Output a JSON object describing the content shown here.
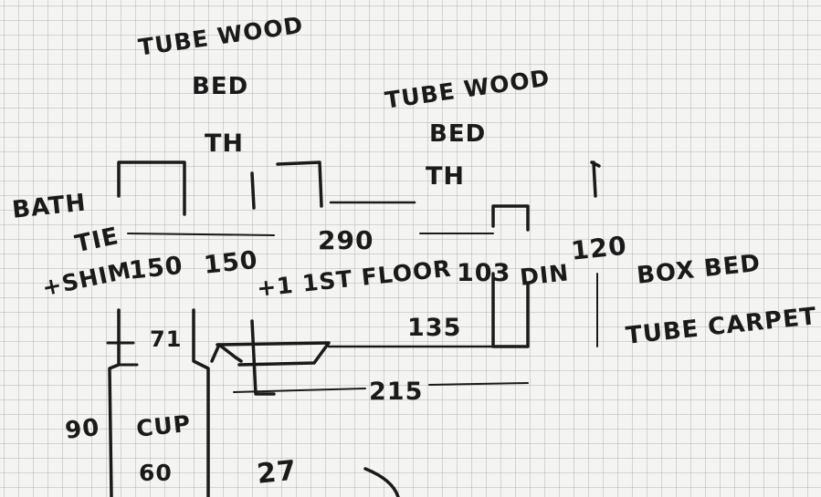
{
  "colors": {
    "ink": "#1a1a1a",
    "paper": "#f4f4f2",
    "grid": "#969696"
  },
  "labels": {
    "tube_wood_bed_1a": "TUBE WOOD",
    "tube_wood_bed_1b": "BED",
    "th_1": "TH",
    "tube_wood_bed_2a": "TUBE WOOD",
    "tube_wood_bed_2b": "BED",
    "th_2": "TH",
    "bath": "BATH",
    "tie": "TIE",
    "shim": "+SHIM",
    "box_bed": "BOX BED",
    "tube_carpet": "TUBE CARPET",
    "cup": "CUP",
    "first_floor": "+1 1ST FLOOR",
    "din": "DIN"
  },
  "dimensions": {
    "d150a": "150",
    "d150b": "150",
    "d290": "290",
    "d103": "103",
    "d120": "120",
    "d135": "135",
    "d71": "71",
    "d215": "215",
    "d90": "90",
    "d60": "60",
    "d27": "27"
  }
}
